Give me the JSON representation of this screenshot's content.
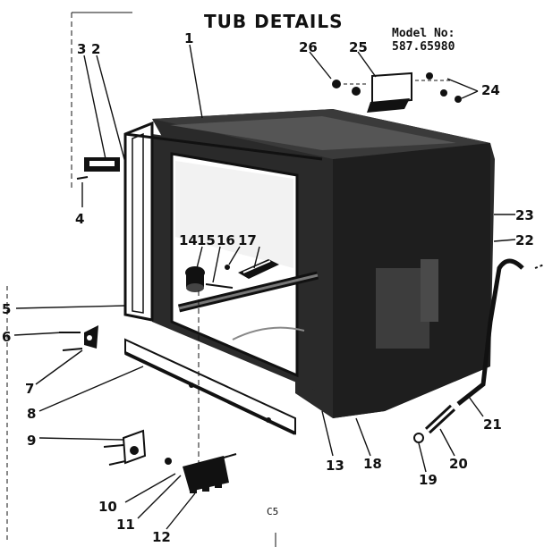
{
  "title": "TUB DETAILS",
  "model": {
    "label": "Model No:",
    "number": "587.65980"
  },
  "footer_code": "C5",
  "callouts": {
    "c1": "1",
    "c2": "2",
    "c3": "3",
    "c4": "4",
    "c5": "5",
    "c6": "6",
    "c7": "7",
    "c8": "8",
    "c9": "9",
    "c10": "10",
    "c11": "11",
    "c12": "12",
    "c13": "13",
    "c14": "14",
    "c15": "15",
    "c16": "16",
    "c17": "17",
    "c18": "18",
    "c19": "19",
    "c20": "20",
    "c21": "21",
    "c22": "22",
    "c23": "23",
    "c24": "24",
    "c25": "25",
    "c26": "26"
  },
  "colors": {
    "ink": "#111111",
    "shade": "#2a2a2a",
    "paper": "#ffffff"
  }
}
